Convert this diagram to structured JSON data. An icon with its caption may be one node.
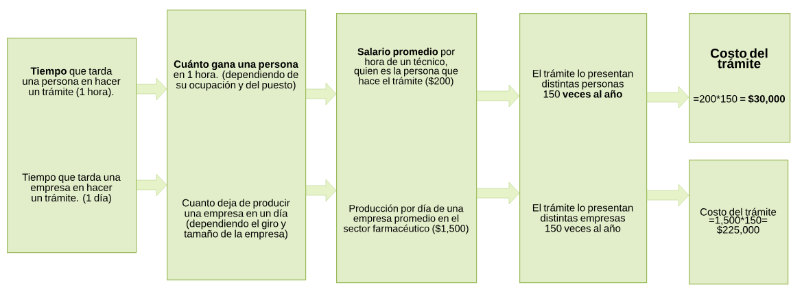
{
  "diagram": {
    "nodes": [
      {
        "text": [
          "**Tiempo** que tarda una persona en hacer un trámite (1 hora).",
          "Tiempo que tarda una empresa en hacer un trámite. (1 día)"
        ]
      },
      {
        "text": [
          "**Cuánto gana una persona** en 1 hora. (dependiendo de su ocupación y del puesto)",
          "Cuanto deja de producir una empresa en un día (dependiendo el giro y tamaño de la empresa)"
        ]
      },
      {
        "text": [
          "**Salario promedio** por hora de un técnico, quien es la persona que hace el trámite ($200)",
          "Producción por día de una empresa promedio en el sector farmacéutico ($1,500)"
        ]
      },
      {
        "text": [
          "El trámite lo presentan distintas personas 150 **veces al año**",
          "El trámite lo presentan distintas empresas 150 veces al año"
        ]
      },
      {
        "text": [
          "Costo del trámite",
          "=200*150 = **$30,000**"
        ]
      },
      {
        "text": [
          "Costo del trámite =1,500*150= $225,000"
        ]
      }
    ],
    "edges": [
      {
        "from": 0,
        "to": 1,
        "arrow": "to"
      },
      {
        "from": 0,
        "to": 1,
        "arrow": "to"
      },
      {
        "from": 1,
        "to": 2,
        "arrow": "to"
      },
      {
        "from": 1,
        "to": 2,
        "arrow": "to"
      },
      {
        "from": 2,
        "to": 3,
        "arrow": "to"
      },
      {
        "from": 2,
        "to": 3,
        "arrow": "to"
      },
      {
        "from": 3,
        "to": 4,
        "arrow": "to"
      },
      {
        "from": 3,
        "to": 5,
        "arrow": "to"
      }
    ]
  }
}
